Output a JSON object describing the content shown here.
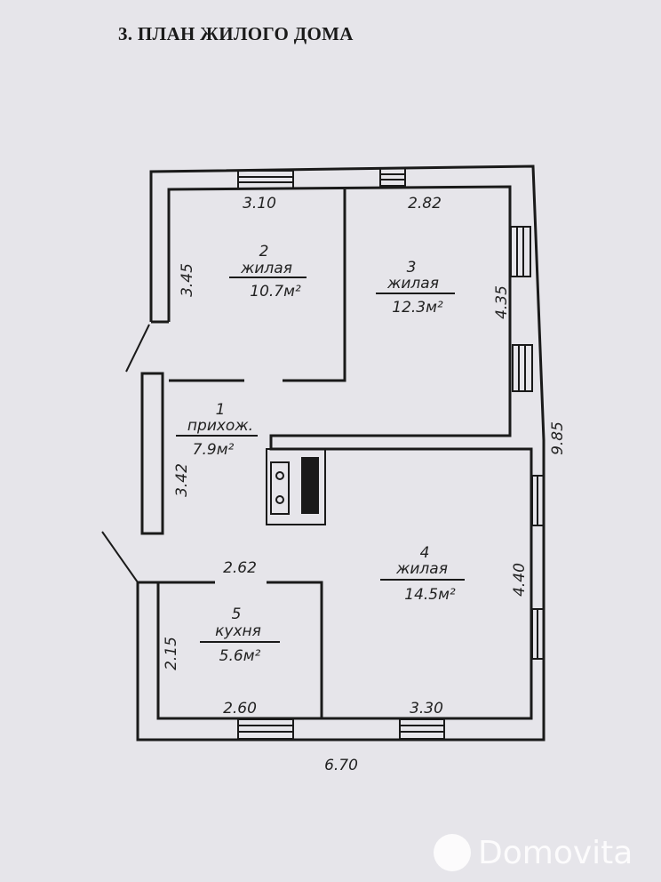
{
  "title": "3. ПЛАН ЖИЛОГО ДОМА",
  "rooms": [
    {
      "number": "1",
      "name": "прихож.",
      "area": "7.9м²"
    },
    {
      "number": "2",
      "name": "жилая",
      "area": "10.7м²"
    },
    {
      "number": "3",
      "name": "жилая",
      "area": "12.3м²"
    },
    {
      "number": "4",
      "name": "жилая",
      "area": "14.5м²"
    },
    {
      "number": "5",
      "name": "кухня",
      "area": "5.6м²"
    }
  ],
  "dimensions": {
    "top_left": "3.10",
    "top_right": "2.82",
    "room2_left": "3.45",
    "room3_right": "4.35",
    "total_right": "9.85",
    "hall_left": "3.42",
    "kitchen_top": "2.62",
    "kitchen_left": "2.15",
    "kitchen_bottom": "2.60",
    "room4_right": "4.40",
    "room4_bottom": "3.30",
    "total_bottom": "6.70"
  },
  "watermark": "Domovita"
}
